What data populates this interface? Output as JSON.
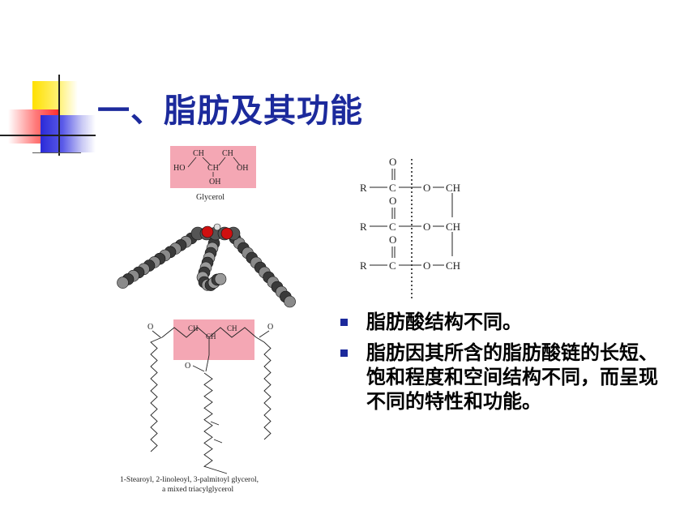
{
  "title": "一、脂肪及其功能",
  "glycerol": {
    "label": "Glycerol",
    "ch2_left": "CH",
    "ch2_right": "CH",
    "ho": "HO",
    "oh_right": "OH",
    "ch_center": "CH",
    "oh_bottom": "OH"
  },
  "triglyceride": {
    "caption_line1": "1-Stearoyl, 2-linoleoyl, 3-palmitoyl glycerol,",
    "caption_line2": "a mixed triacylglycerol",
    "c1": "CH",
    "c2": "CH",
    "c3": "CH"
  },
  "ester_structure": {
    "r1": "R",
    "r2": "R",
    "r3": "R",
    "o_top": "O",
    "o_mid1": "O",
    "o_mid2": "O",
    "c": "C",
    "ch2_top": "CH",
    "ch_mid": "CH",
    "ch2_bot": "CH"
  },
  "bullets": [
    "脂肪酸结构不同。",
    "脂肪因其所含的脂肪酸链的长短、饱和程度和空间结构不同，而呈现不同的特性和功能。"
  ],
  "colors": {
    "title": "#1c2a9c",
    "bullet": "#1c2a9c",
    "highlight": "#f4a7b4",
    "oxygen_atom": "#d01010",
    "carbon_atom": "#3a3a3a"
  }
}
